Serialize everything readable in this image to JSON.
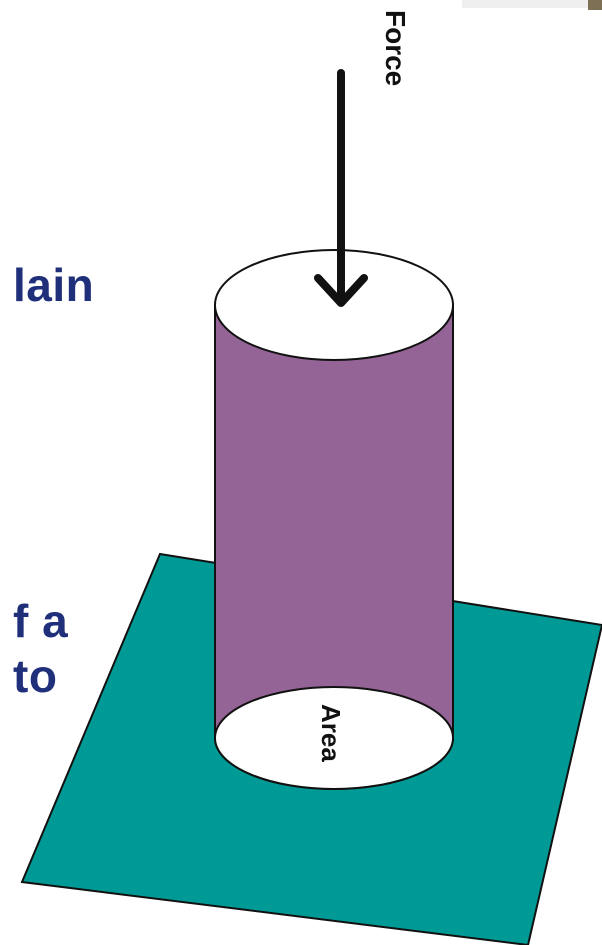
{
  "background_text": {
    "line1": "lain",
    "line2": "f a",
    "line3": "to"
  },
  "diagram": {
    "force_label": "Force",
    "area_label": "Area"
  },
  "colors": {
    "text_blue": "#1f2f7a",
    "cylinder": "#956496",
    "base": "#009a96",
    "outline": "#111111",
    "corner_mark": "#7e7055"
  }
}
